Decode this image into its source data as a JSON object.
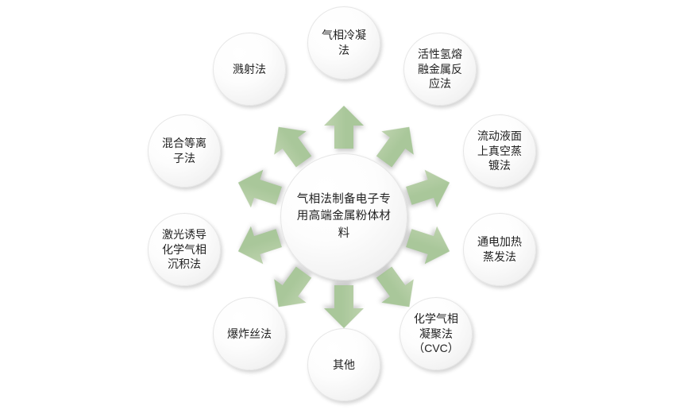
{
  "diagram": {
    "type": "radial-hub-and-spoke",
    "background_color": "#ffffff",
    "node_fill_color": "#f5f5f5",
    "node_border_color": "#e6e6e6",
    "arrow_color": "#a9c79a",
    "arrow_color_light": "#bed3ae",
    "text_color": "#222222",
    "center": {
      "id": "hub",
      "label": "气相法制备电子专用高端金属粉体材料"
    },
    "nodes": [
      {
        "id": "node-0",
        "label": "气相冷凝法",
        "position": "top"
      },
      {
        "id": "node-1",
        "label": "活性氢熔融金属反应法",
        "position": "top-right"
      },
      {
        "id": "node-2",
        "label": "流动液面上真空蒸镀法",
        "position": "right-upper"
      },
      {
        "id": "node-3",
        "label": "通电加热蒸发法",
        "position": "right-lower"
      },
      {
        "id": "node-4",
        "label": "化学气相凝聚法（CVC）",
        "position": "bottom-right"
      },
      {
        "id": "node-5",
        "label": "其他",
        "position": "bottom"
      },
      {
        "id": "node-6",
        "label": "爆炸丝法",
        "position": "bottom-left"
      },
      {
        "id": "node-7",
        "label": "激光诱导化学气相沉积法",
        "position": "left-lower"
      },
      {
        "id": "node-8",
        "label": "混合等离子法",
        "position": "left-upper"
      },
      {
        "id": "node-9",
        "label": "溅射法",
        "position": "top-left"
      }
    ],
    "arrows": [
      {
        "id": "arrow-0",
        "points_to": "node-0",
        "angle_deg": 0,
        "icon": "arrow-up-icon"
      },
      {
        "id": "arrow-1",
        "points_to": "node-1",
        "angle_deg": 36,
        "icon": "arrow-up-icon"
      },
      {
        "id": "arrow-2",
        "points_to": "node-2",
        "angle_deg": 72,
        "icon": "arrow-up-icon"
      },
      {
        "id": "arrow-3",
        "points_to": "node-3",
        "angle_deg": 108,
        "icon": "arrow-up-icon"
      },
      {
        "id": "arrow-4",
        "points_to": "node-4",
        "angle_deg": 144,
        "icon": "arrow-up-icon"
      },
      {
        "id": "arrow-5",
        "points_to": "node-5",
        "angle_deg": 180,
        "icon": "arrow-up-icon"
      },
      {
        "id": "arrow-6",
        "points_to": "node-6",
        "angle_deg": 216,
        "icon": "arrow-up-icon"
      },
      {
        "id": "arrow-7",
        "points_to": "node-7",
        "angle_deg": 252,
        "icon": "arrow-up-icon"
      },
      {
        "id": "arrow-8",
        "points_to": "node-8",
        "angle_deg": 288,
        "icon": "arrow-up-icon"
      },
      {
        "id": "arrow-9",
        "points_to": "node-9",
        "angle_deg": 324,
        "icon": "arrow-up-icon"
      }
    ]
  }
}
